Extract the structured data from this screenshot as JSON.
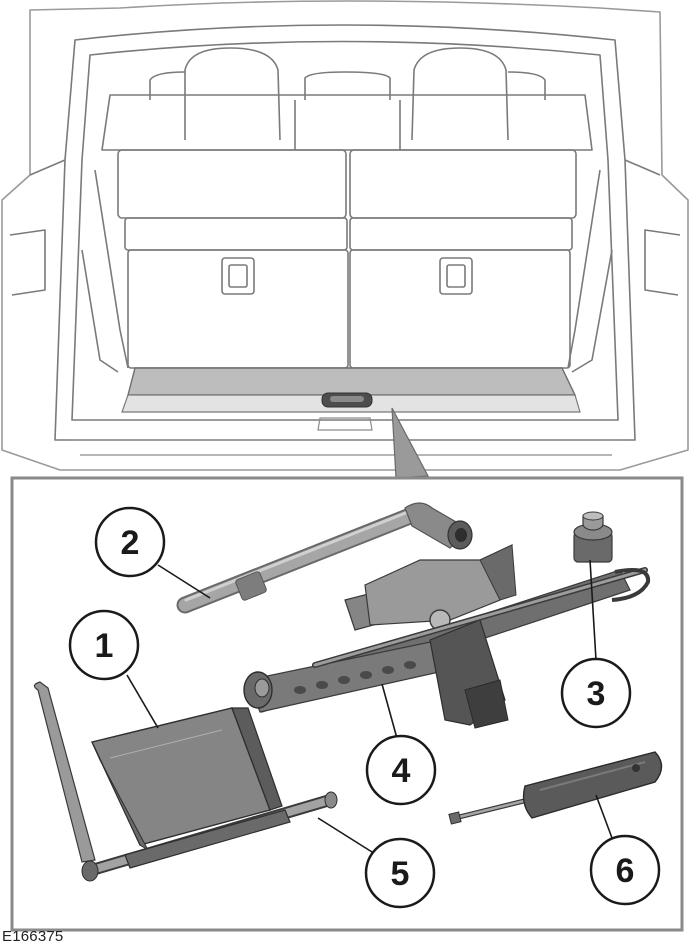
{
  "figure_id": "E166375",
  "callouts": [
    {
      "id": "1",
      "label": "1"
    },
    {
      "id": "2",
      "label": "2"
    },
    {
      "id": "3",
      "label": "3"
    },
    {
      "id": "4",
      "label": "4"
    },
    {
      "id": "5",
      "label": "5"
    },
    {
      "id": "6",
      "label": "6"
    }
  ],
  "colors": {
    "line": "#6f6f6f",
    "panel_border": "#8a8a8a",
    "tool_fill": "#8c8c8c",
    "tool_dark": "#5c5c5c",
    "floor_fill": "#b8b8b8"
  }
}
